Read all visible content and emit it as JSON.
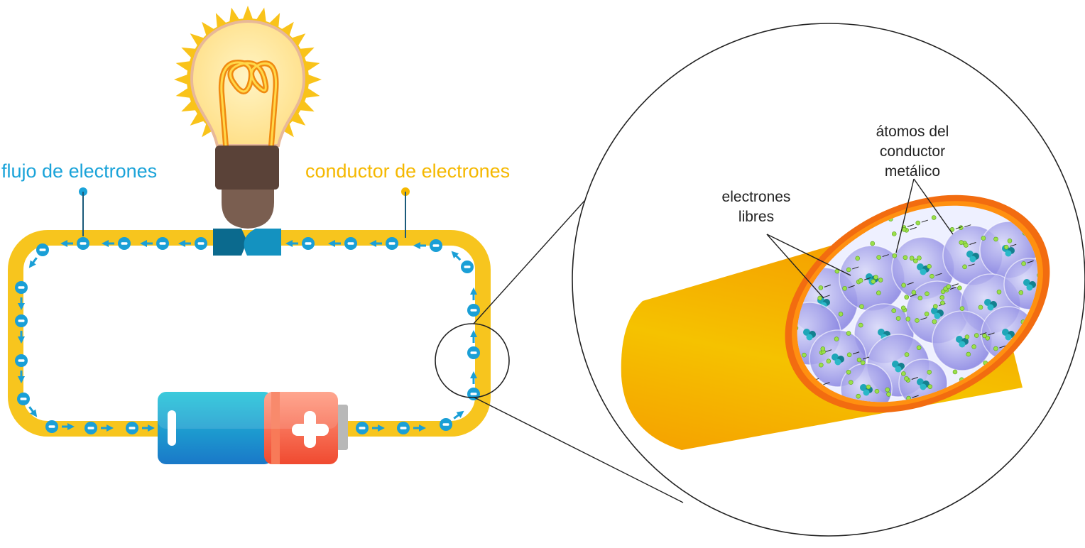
{
  "labels": {
    "electron_flow": "flujo de electrones",
    "electron_conductor": "conductor de electrones",
    "free_electrons": [
      "electrones",
      "libres"
    ],
    "conductor_atoms": [
      "átomos del",
      "conductor",
      "metálico"
    ]
  },
  "colors": {
    "wire": "#f7c51e",
    "electron": "#1a9fd6",
    "bulb_glow": "#f9c31a",
    "battery_negative": "#1b8fd0",
    "battery_positive": "#f0604a",
    "conductor_shell": "#f5a500",
    "atom": "#8a8ae6",
    "free_electron_dot": "#9be04a"
  },
  "icons": {
    "battery_minus": "minus-sign",
    "battery_plus": "plus-sign"
  }
}
